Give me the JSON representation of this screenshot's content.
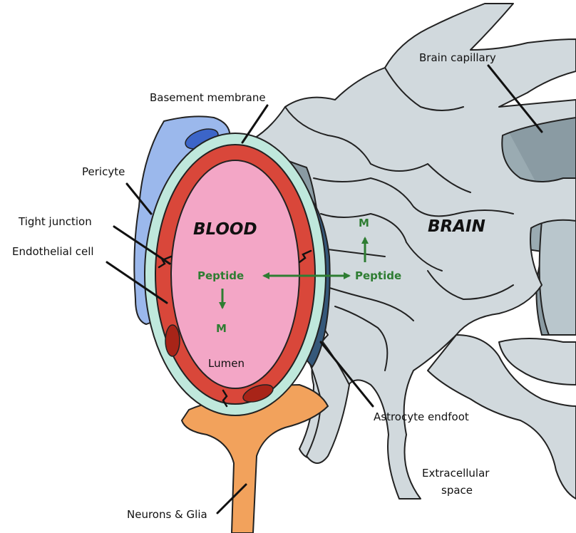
{
  "labels": {
    "brain_capillary": "Brain capillary",
    "basement_membrane": "Basement membrane",
    "pericyte": "Pericyte",
    "tight_junction": "Tight junction",
    "endothelial_cell": "Endothelial cell",
    "blood": "BLOOD",
    "brain": "BRAIN",
    "lumen": "Lumen",
    "astrocyte_endfoot": "Astrocyte endfoot",
    "extracellular_line1": "Extracellular",
    "extracellular_line2": "space",
    "neurons_glia": "Neurons & Glia"
  },
  "pathway": {
    "peptide_blood": "Peptide",
    "metabolite_blood": "M",
    "peptide_brain": "Peptide",
    "metabolite_brain": "M"
  },
  "colors": {
    "astrocyte": "#d1d9dd",
    "capillary": "#8a9ba3",
    "membrane": "#bfe8dc",
    "endothelium": "#d9473a",
    "lumen": "#f3a6c6",
    "pericyte": "#9bb8ec",
    "neuron": "#f2a25c",
    "arrow": "#2e7d32"
  }
}
